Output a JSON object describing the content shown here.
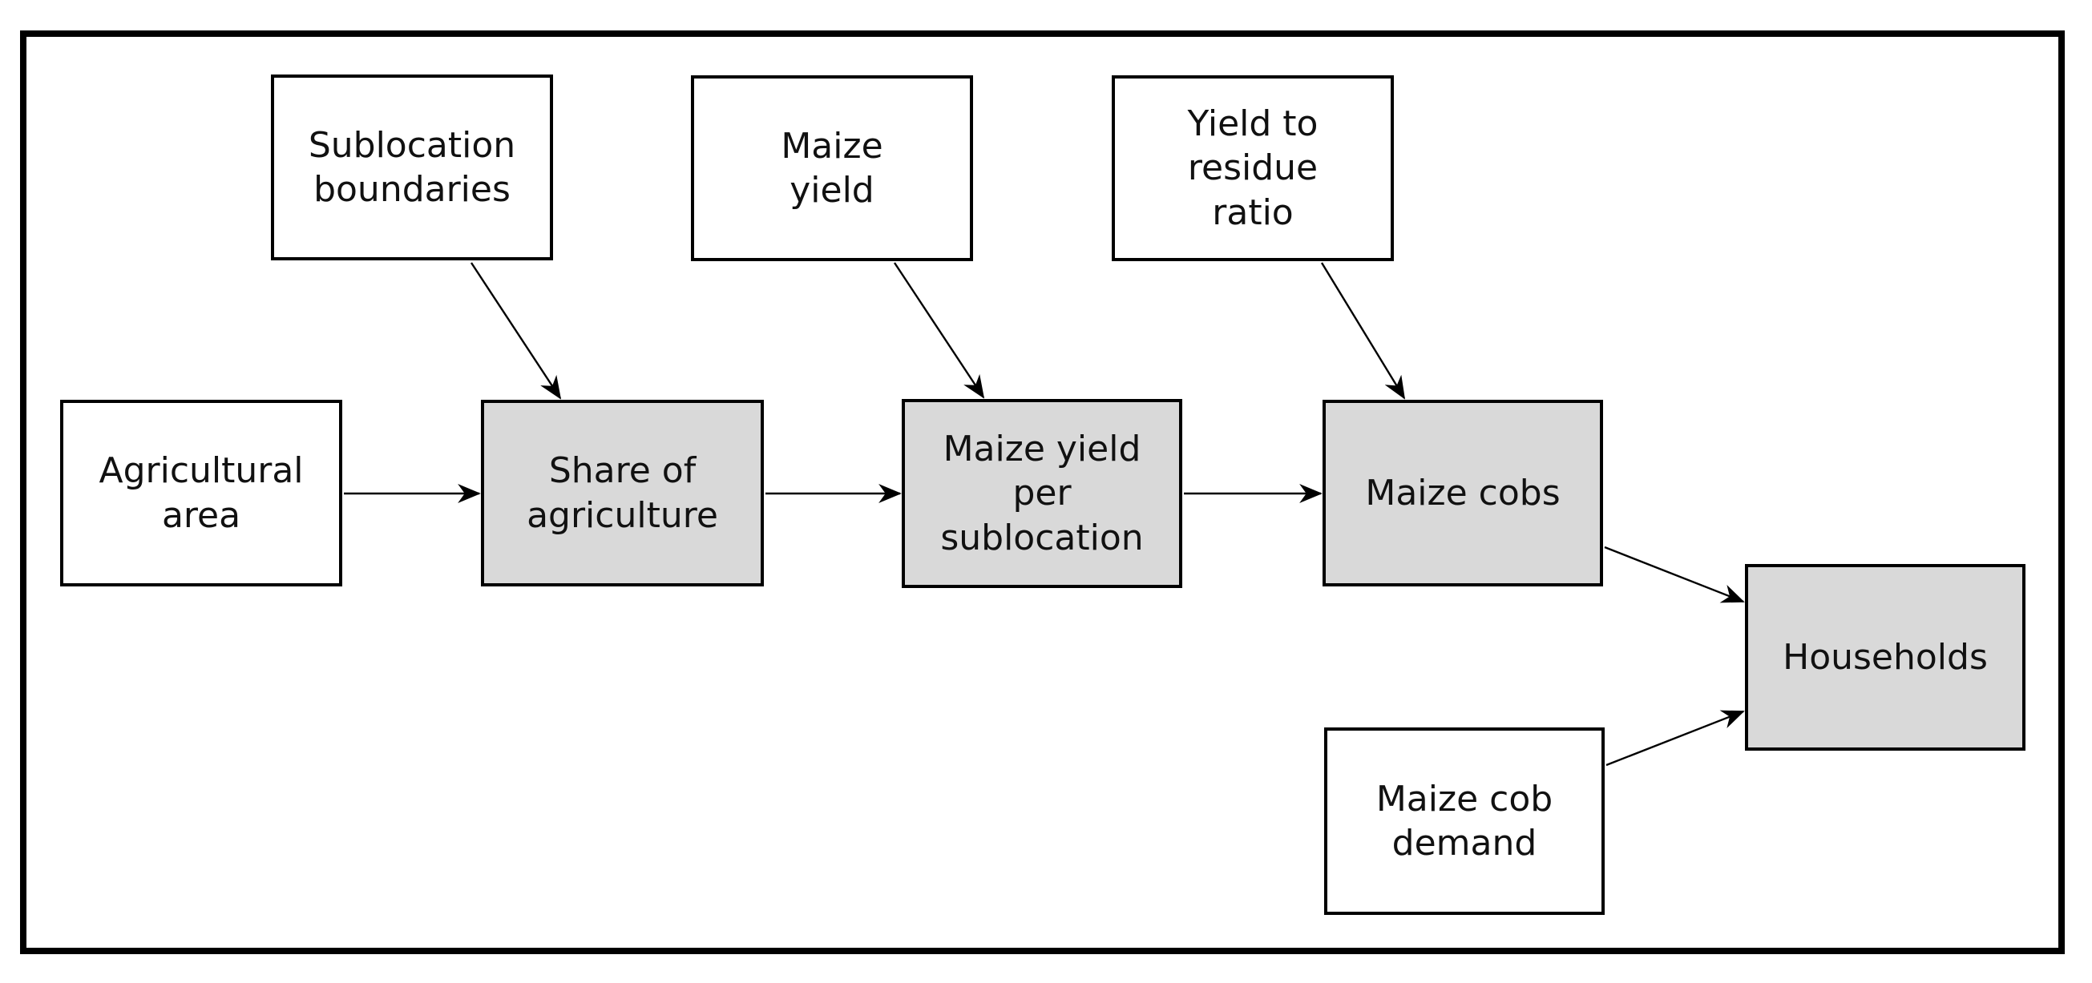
{
  "diagram": {
    "nodes": {
      "sublocation_boundaries": {
        "label": "Sublocation\nboundaries",
        "style": "input"
      },
      "maize_yield": {
        "label": "Maize\nyield",
        "style": "input"
      },
      "yield_to_residue_ratio": {
        "label": "Yield to\nresidue\nratio",
        "style": "input"
      },
      "agricultural_area": {
        "label": "Agricultural\narea",
        "style": "input"
      },
      "share_of_agriculture": {
        "label": "Share of\nagriculture",
        "style": "shaded"
      },
      "maize_yield_per_sublocation": {
        "label": "Maize yield\nper\nsublocation",
        "style": "shaded"
      },
      "maize_cobs": {
        "label": "Maize cobs",
        "style": "shaded"
      },
      "households": {
        "label": "Households",
        "style": "shaded"
      },
      "maize_cob_demand": {
        "label": "Maize cob\ndemand",
        "style": "input"
      }
    },
    "edges": [
      {
        "from": "sublocation_boundaries",
        "to": "share_of_agriculture"
      },
      {
        "from": "agricultural_area",
        "to": "share_of_agriculture"
      },
      {
        "from": "maize_yield",
        "to": "maize_yield_per_sublocation"
      },
      {
        "from": "share_of_agriculture",
        "to": "maize_yield_per_sublocation"
      },
      {
        "from": "yield_to_residue_ratio",
        "to": "maize_cobs"
      },
      {
        "from": "maize_yield_per_sublocation",
        "to": "maize_cobs"
      },
      {
        "from": "maize_cobs",
        "to": "households"
      },
      {
        "from": "maize_cob_demand",
        "to": "households"
      }
    ],
    "colors": {
      "shaded_fill": "#d9d9d9",
      "input_fill": "#ffffff",
      "stroke": "#000000",
      "background": "#ffffff"
    }
  }
}
